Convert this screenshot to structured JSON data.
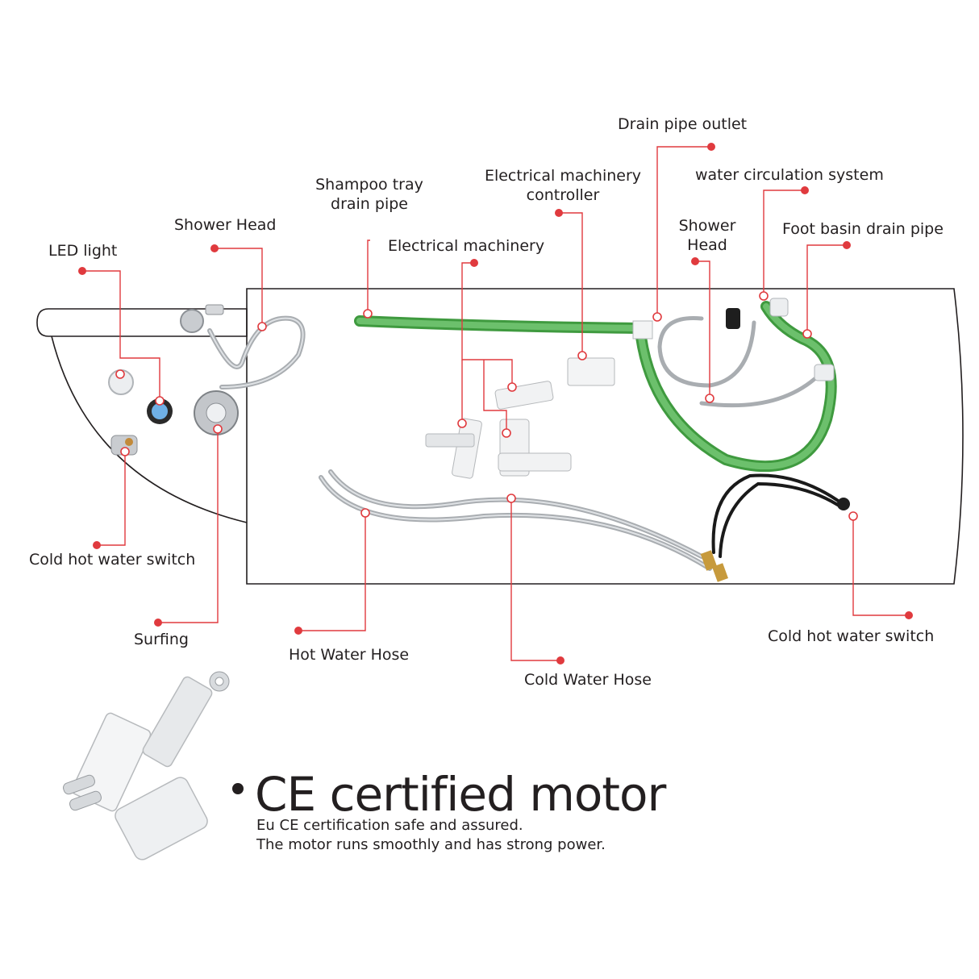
{
  "labels": {
    "drain_pipe_outlet": "Drain pipe outlet",
    "elec_controller_1": "Electrical machinery",
    "elec_controller_2": "controller",
    "water_circulation": "water circulation system",
    "shampoo_tray_1": "Shampoo tray",
    "shampoo_tray_2": "drain pipe",
    "shower_head_left": "Shower Head",
    "shower_head_right_1": "Shower",
    "shower_head_right_2": "Head",
    "foot_basin": "Foot basin drain pipe",
    "led_light": "LED light",
    "elec_machinery": "Electrical machinery",
    "cold_hot_switch_left": "Cold hot water switch",
    "surfing": "Surfing",
    "hot_water_hose": "Hot Water Hose",
    "cold_water_hose": "Cold Water Hose",
    "cold_hot_switch_right": "Cold hot water switch"
  },
  "motor": {
    "title": "CE certified motor",
    "line1": "Eu CE certification safe and assured.",
    "line2": "The motor runs smoothly and has strong power."
  },
  "colors": {
    "callout": "#e03a3e",
    "hose_green": "#5cb85c",
    "metal": "#b8bcc0",
    "outline": "#231f20"
  }
}
